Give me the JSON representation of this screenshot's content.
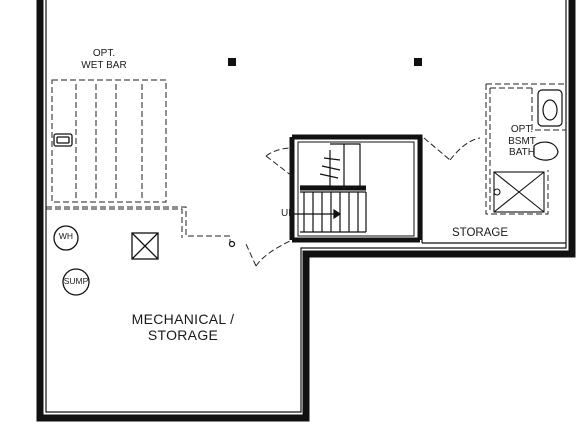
{
  "plan": {
    "wet_bar": {
      "line1": "OPT.",
      "line2": "WET BAR"
    },
    "bath": {
      "line1": "OPT.",
      "line2": "BSMT",
      "line3": "BATH"
    },
    "water_heater": "WH",
    "sump": "SUMP",
    "stair_direction": "UP",
    "storage": "STORAGE",
    "mechanical": {
      "line1": "MECHANICAL /",
      "line2": "STORAGE"
    }
  }
}
